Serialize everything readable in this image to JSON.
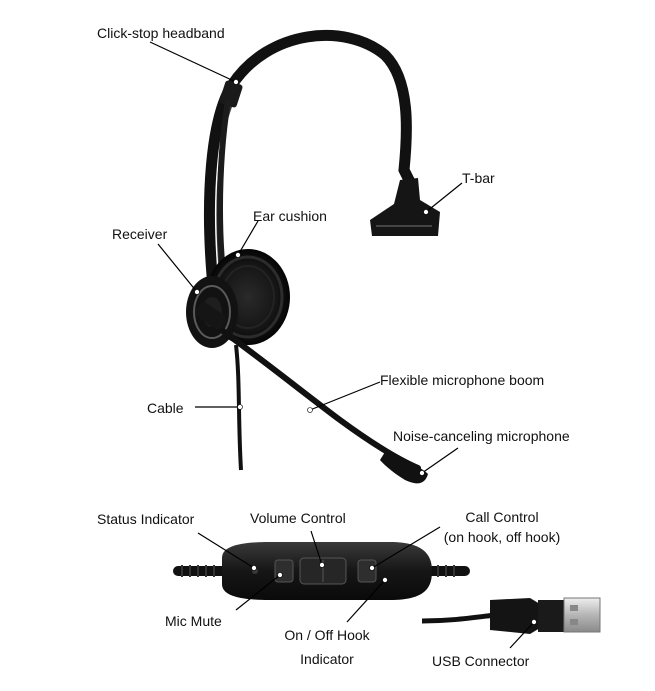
{
  "labels": {
    "headband": "Click-stop headband",
    "tbar": "T-bar",
    "ear_cushion": "Ear cushion",
    "receiver": "Receiver",
    "boom": "Flexible microphone boom",
    "cable": "Cable",
    "microphone": "Noise-canceling microphone",
    "status_indicator": "Status Indicator",
    "volume_control": "Volume Control",
    "call_control_line1": "Call Control",
    "call_control_line2": "(on hook, off hook)",
    "mic_mute": "Mic Mute",
    "hook_indicator_line1": "On / Off Hook",
    "hook_indicator_line2": "Indicator",
    "usb_connector": "USB Connector"
  },
  "colors": {
    "headset_black": "#111111",
    "highlight": "#4a4a4a",
    "usb_metal": "#c9c9c9",
    "leader_line": "#000000"
  }
}
